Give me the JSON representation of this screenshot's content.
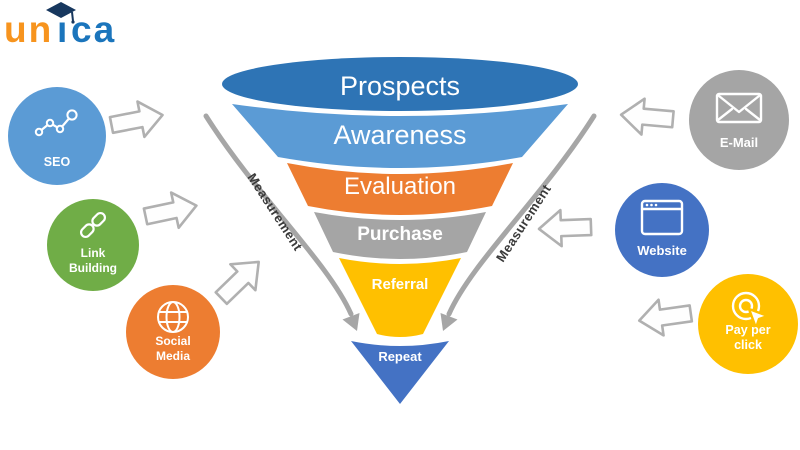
{
  "logo": {
    "part_first": "un",
    "part_dotless_i": "ı",
    "part_rest": "ca",
    "first_color": "#F7941E",
    "rest_color": "#1B75BC",
    "cap_color": "#17375E"
  },
  "funnel": {
    "stages": [
      {
        "label": "Prospects",
        "color": "#2E74B5"
      },
      {
        "label": "Awareness",
        "color": "#5B9BD5"
      },
      {
        "label": "Evaluation",
        "color": "#ED7D31"
      },
      {
        "label": "Purchase",
        "color": "#A5A5A5"
      },
      {
        "label": "Referral",
        "color": "#FFC000"
      },
      {
        "label": "Repeat",
        "color": "#4472C4"
      }
    ]
  },
  "measurement": {
    "left_label": "Measurement",
    "right_label": "Measurement"
  },
  "channels": {
    "left": [
      {
        "label_line1": "SEO",
        "label_line2": "",
        "color": "#5B9BD5",
        "icon": "seo-chart-icon"
      },
      {
        "label_line1": "Link",
        "label_line2": "Building",
        "color": "#70AD47",
        "icon": "chain-link-icon"
      },
      {
        "label_line1": "Social",
        "label_line2": "Media",
        "color": "#ED7D31",
        "icon": "globe-icon"
      }
    ],
    "right": [
      {
        "label_line1": "E-Mail",
        "label_line2": "",
        "color": "#A5A5A5",
        "icon": "email-envelope-icon"
      },
      {
        "label_line1": "Website",
        "label_line2": "",
        "color": "#4472C4",
        "icon": "browser-window-icon"
      },
      {
        "label_line1": "Pay per",
        "label_line2": "click",
        "color": "#FFC000",
        "icon": "pay-per-click-icon"
      }
    ]
  },
  "styles": {
    "background": "#FFFFFF",
    "measure_line": "#A6A6A6",
    "arrow_outline": "#B0B0B0",
    "funnel_text": "#FFFFFF"
  }
}
